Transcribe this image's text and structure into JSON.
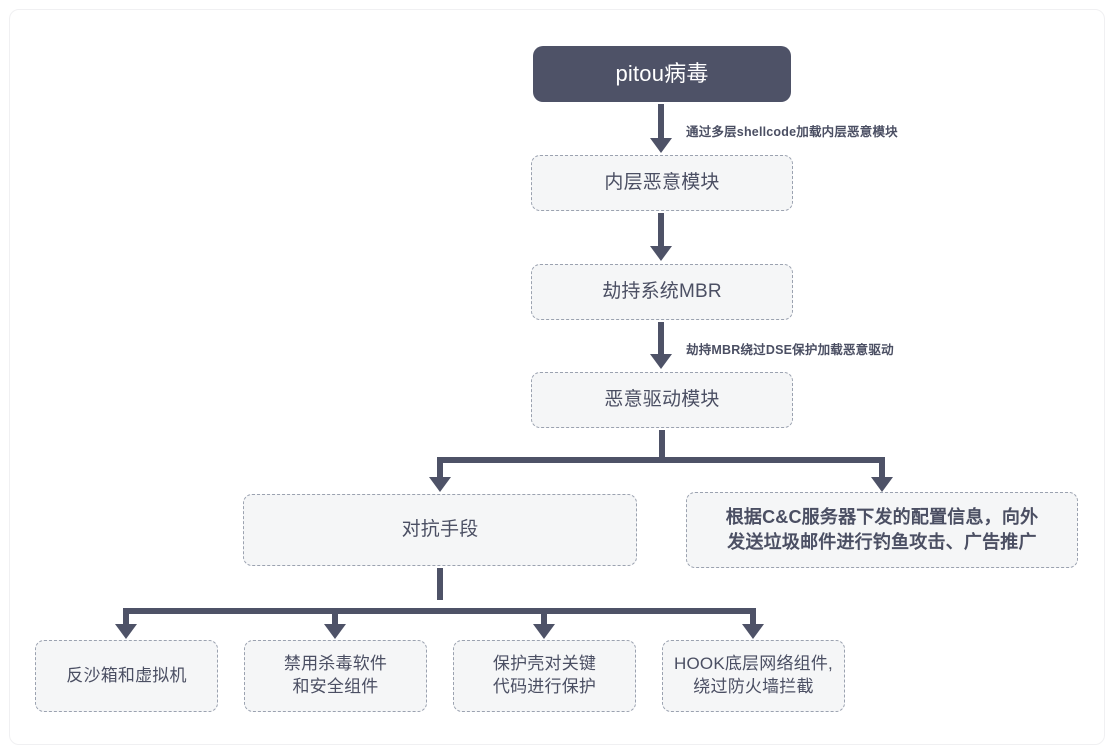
{
  "diagram": {
    "title_node": {
      "label": "pitou病毒"
    },
    "nodes": [
      {
        "id": "inner-module",
        "label": "内层恶意模块"
      },
      {
        "id": "hijack-mbr",
        "label": "劫持系统MBR"
      },
      {
        "id": "driver-module",
        "label": "恶意驱动模块"
      },
      {
        "id": "countermeasures",
        "label": "对抗手段"
      },
      {
        "id": "cc-spam",
        "label": "根据C&C服务器下发的配置信息，向外\n发送垃圾邮件进行钓鱼攻击、广告推广"
      },
      {
        "id": "anti-sandbox",
        "label": "反沙箱和虚拟机"
      },
      {
        "id": "disable-av",
        "label": "禁用杀毒软件\n和安全组件"
      },
      {
        "id": "packer",
        "label": "保护壳对关键\n代码进行保护"
      },
      {
        "id": "hook-network",
        "label": "HOOK底层网络组件,\n绕过防火墙拦截"
      }
    ],
    "edge_labels": [
      {
        "id": "edge-shellcode",
        "text": "通过多层shellcode加载内层恶意模块"
      },
      {
        "id": "edge-dse",
        "text": "劫持MBR绕过DSE保护加载恶意驱动"
      }
    ],
    "colors": {
      "accent": "#4e5267",
      "node_fill": "#f5f6f7",
      "node_border": "#9ba2b0",
      "text": "#4b4f63",
      "background": "#ffffff"
    }
  }
}
